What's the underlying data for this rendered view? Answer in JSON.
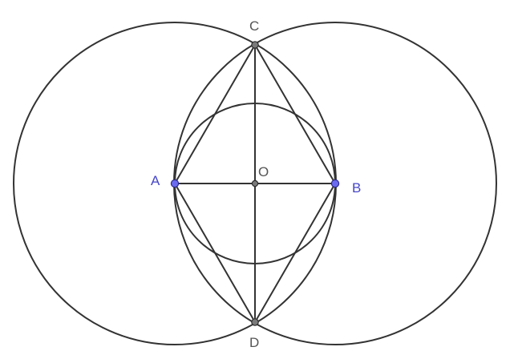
{
  "diagram": {
    "colors": {
      "line": "#333333",
      "free_point_label": "#4646c8",
      "dependent_point_label": "#555555",
      "free_point_fill": "#6b6bf0",
      "dependent_point_fill": "#7a7a7a",
      "background": "#ffffff"
    },
    "points": {
      "A": {
        "label": "A"
      },
      "B": {
        "label": "B"
      },
      "C": {
        "label": "C"
      },
      "D": {
        "label": "D"
      },
      "O": {
        "label": "O"
      }
    },
    "circles": [
      {
        "center": "A",
        "through": "B"
      },
      {
        "center": "B",
        "through": "A"
      },
      {
        "center": "O",
        "through": "A"
      }
    ],
    "segments": [
      [
        "A",
        "B"
      ],
      [
        "C",
        "D"
      ],
      [
        "A",
        "C"
      ],
      [
        "C",
        "B"
      ],
      [
        "B",
        "D"
      ],
      [
        "D",
        "A"
      ]
    ]
  }
}
